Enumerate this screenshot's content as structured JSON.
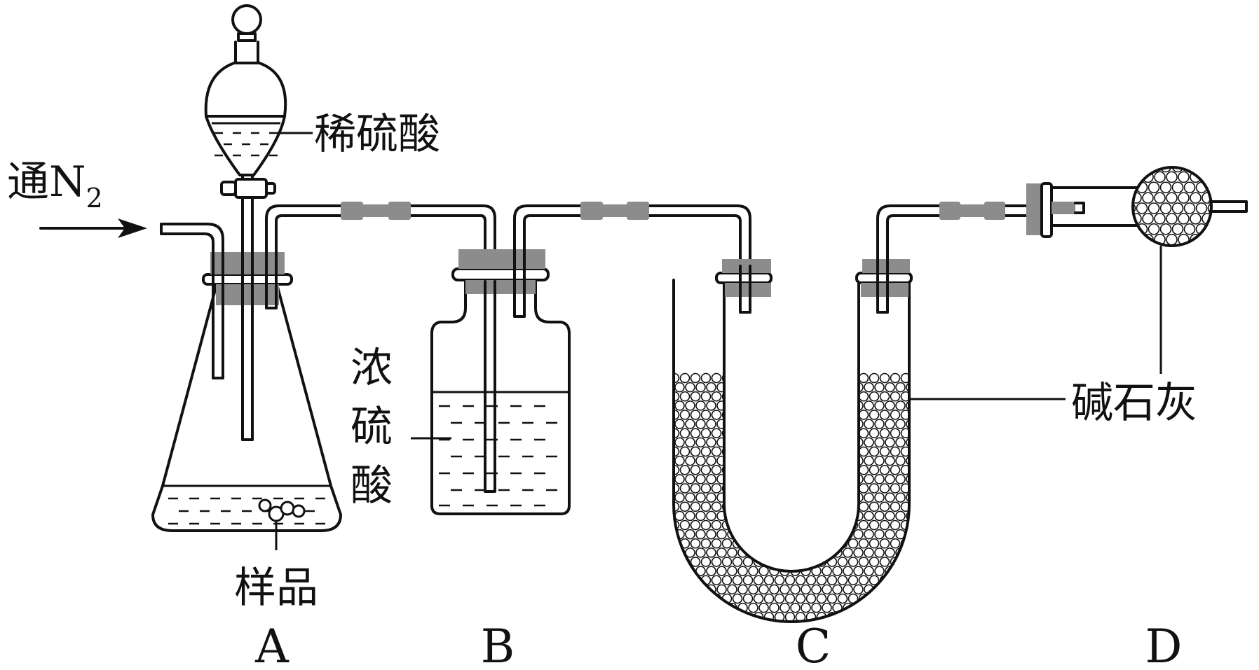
{
  "labels": {
    "inlet": "通N",
    "inlet_sub": "2",
    "dilute_acid": "稀硫酸",
    "conc_acid": [
      "浓",
      "硫",
      "酸"
    ],
    "soda_lime": "碱石灰",
    "sample": "样品"
  },
  "apparatus": [
    "A",
    "B",
    "C",
    "D"
  ],
  "colors": {
    "line": "#111111",
    "stopper": "#8c8c8c",
    "background": "#ffffff"
  }
}
